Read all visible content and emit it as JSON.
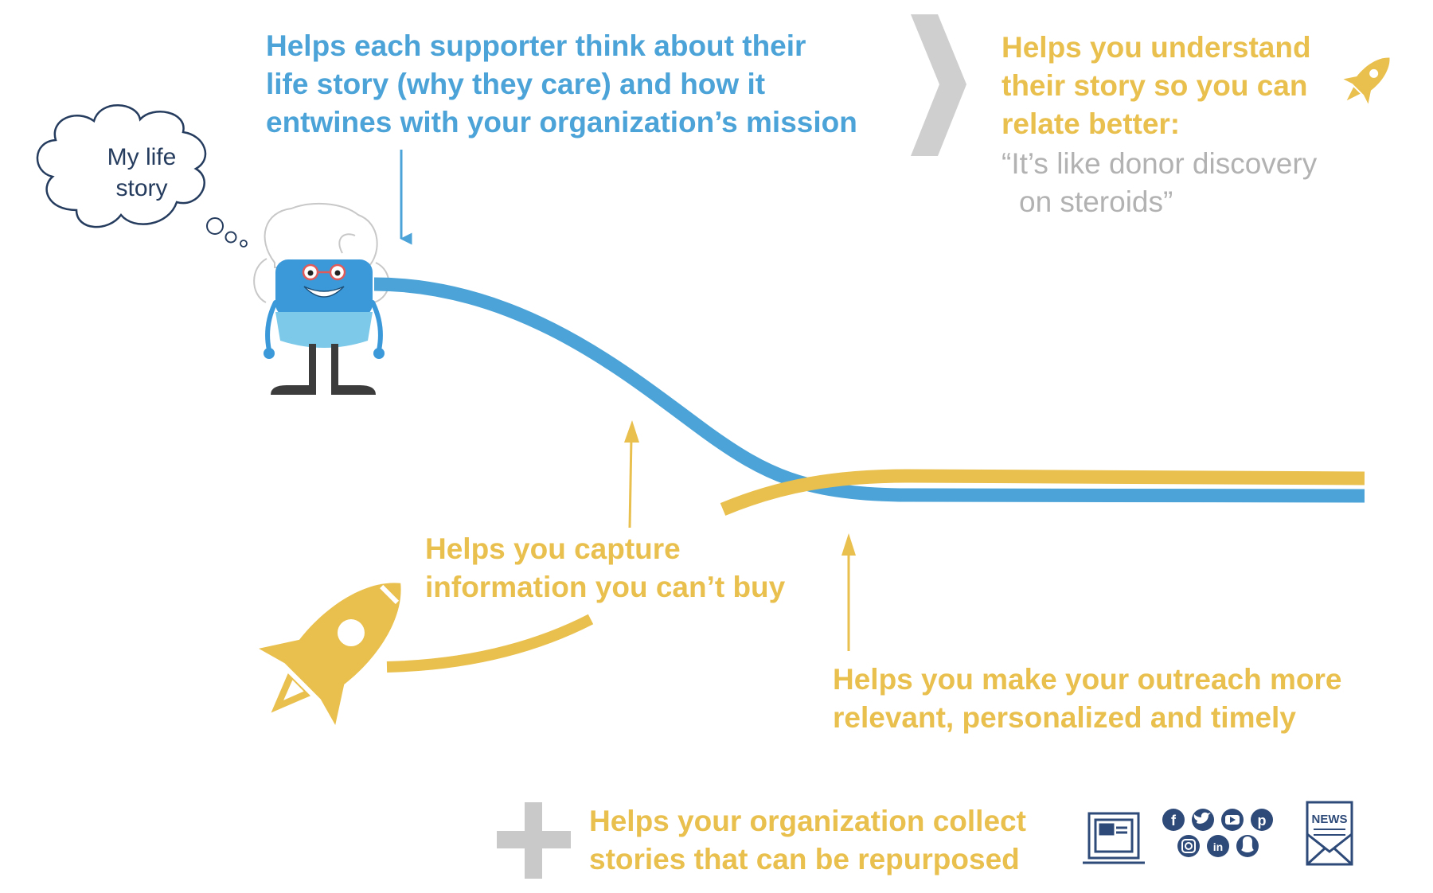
{
  "thought_bubble": {
    "lines": [
      "My life",
      "story"
    ]
  },
  "supporter_benefit": {
    "lines": [
      "Helps each supporter think about their",
      "life story (why they care) and how it",
      "entwines with your organization’s mission"
    ]
  },
  "understand_benefit": {
    "lines": [
      "Helps you understand",
      "their story so you can",
      "relate better:"
    ]
  },
  "quote": {
    "lines": [
      "“It’s like donor discovery",
      "on steroids”"
    ]
  },
  "capture_benefit": {
    "lines": [
      "Helps you capture",
      "information you can’t buy"
    ]
  },
  "outreach_benefit": {
    "lines": [
      "Helps you make your outreach more",
      "relevant, personalized and timely"
    ]
  },
  "stories_benefit": {
    "lines": [
      "Helps your organization collect",
      "stories that can be repurposed"
    ]
  },
  "icons": [
    "thought-cloud",
    "supporter-character",
    "chevron-right",
    "rocket",
    "plus",
    "computer-screen",
    "social-media",
    "newsletter"
  ],
  "social_icons": [
    "facebook",
    "twitter",
    "youtube",
    "pinterest",
    "instagram",
    "linkedin",
    "snapchat"
  ],
  "newsletter_label": "NEWS",
  "colors": {
    "blue": "#4BA3D8",
    "gold": "#E9C04E",
    "gray": "#C9C9C9",
    "navy": "#253C5E"
  }
}
